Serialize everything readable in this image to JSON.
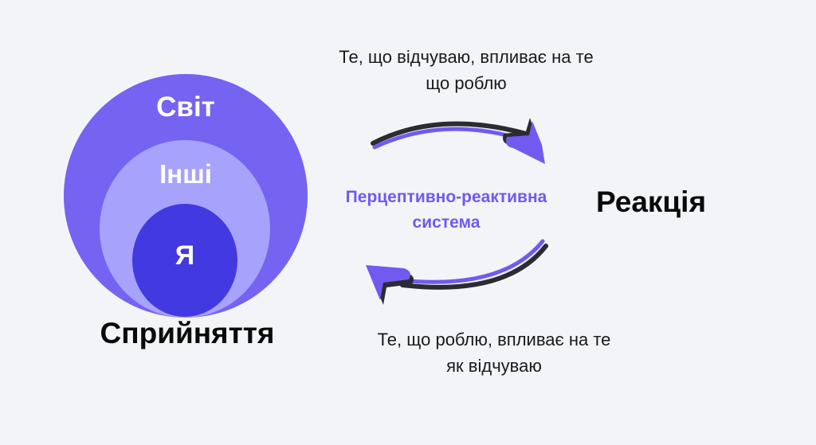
{
  "diagram": {
    "circles": {
      "outer": {
        "label": "Світ",
        "color": "#7563f2"
      },
      "middle": {
        "label": "Інші",
        "color": "#a7a2fb"
      },
      "inner": {
        "label": "Я",
        "color": "#4339e0"
      }
    },
    "perception_label": "Сприйняття",
    "reaction_label": "Реакція",
    "system_label_line1": "Перцептивно-реактивна",
    "system_label_line2": "система",
    "top_caption_line1": "Те, що відчуваю, впливає на те",
    "top_caption_line2": "що роблю",
    "bottom_caption_line1": "Те, що роблю, впливає на те",
    "bottom_caption_line2": "як відчуваю",
    "arrows": [
      {
        "name": "top-arrow",
        "direction": "right"
      },
      {
        "name": "bottom-arrow",
        "direction": "left"
      }
    ],
    "accent_color": "#7259f0",
    "shadow_color": "#2b2b33"
  }
}
